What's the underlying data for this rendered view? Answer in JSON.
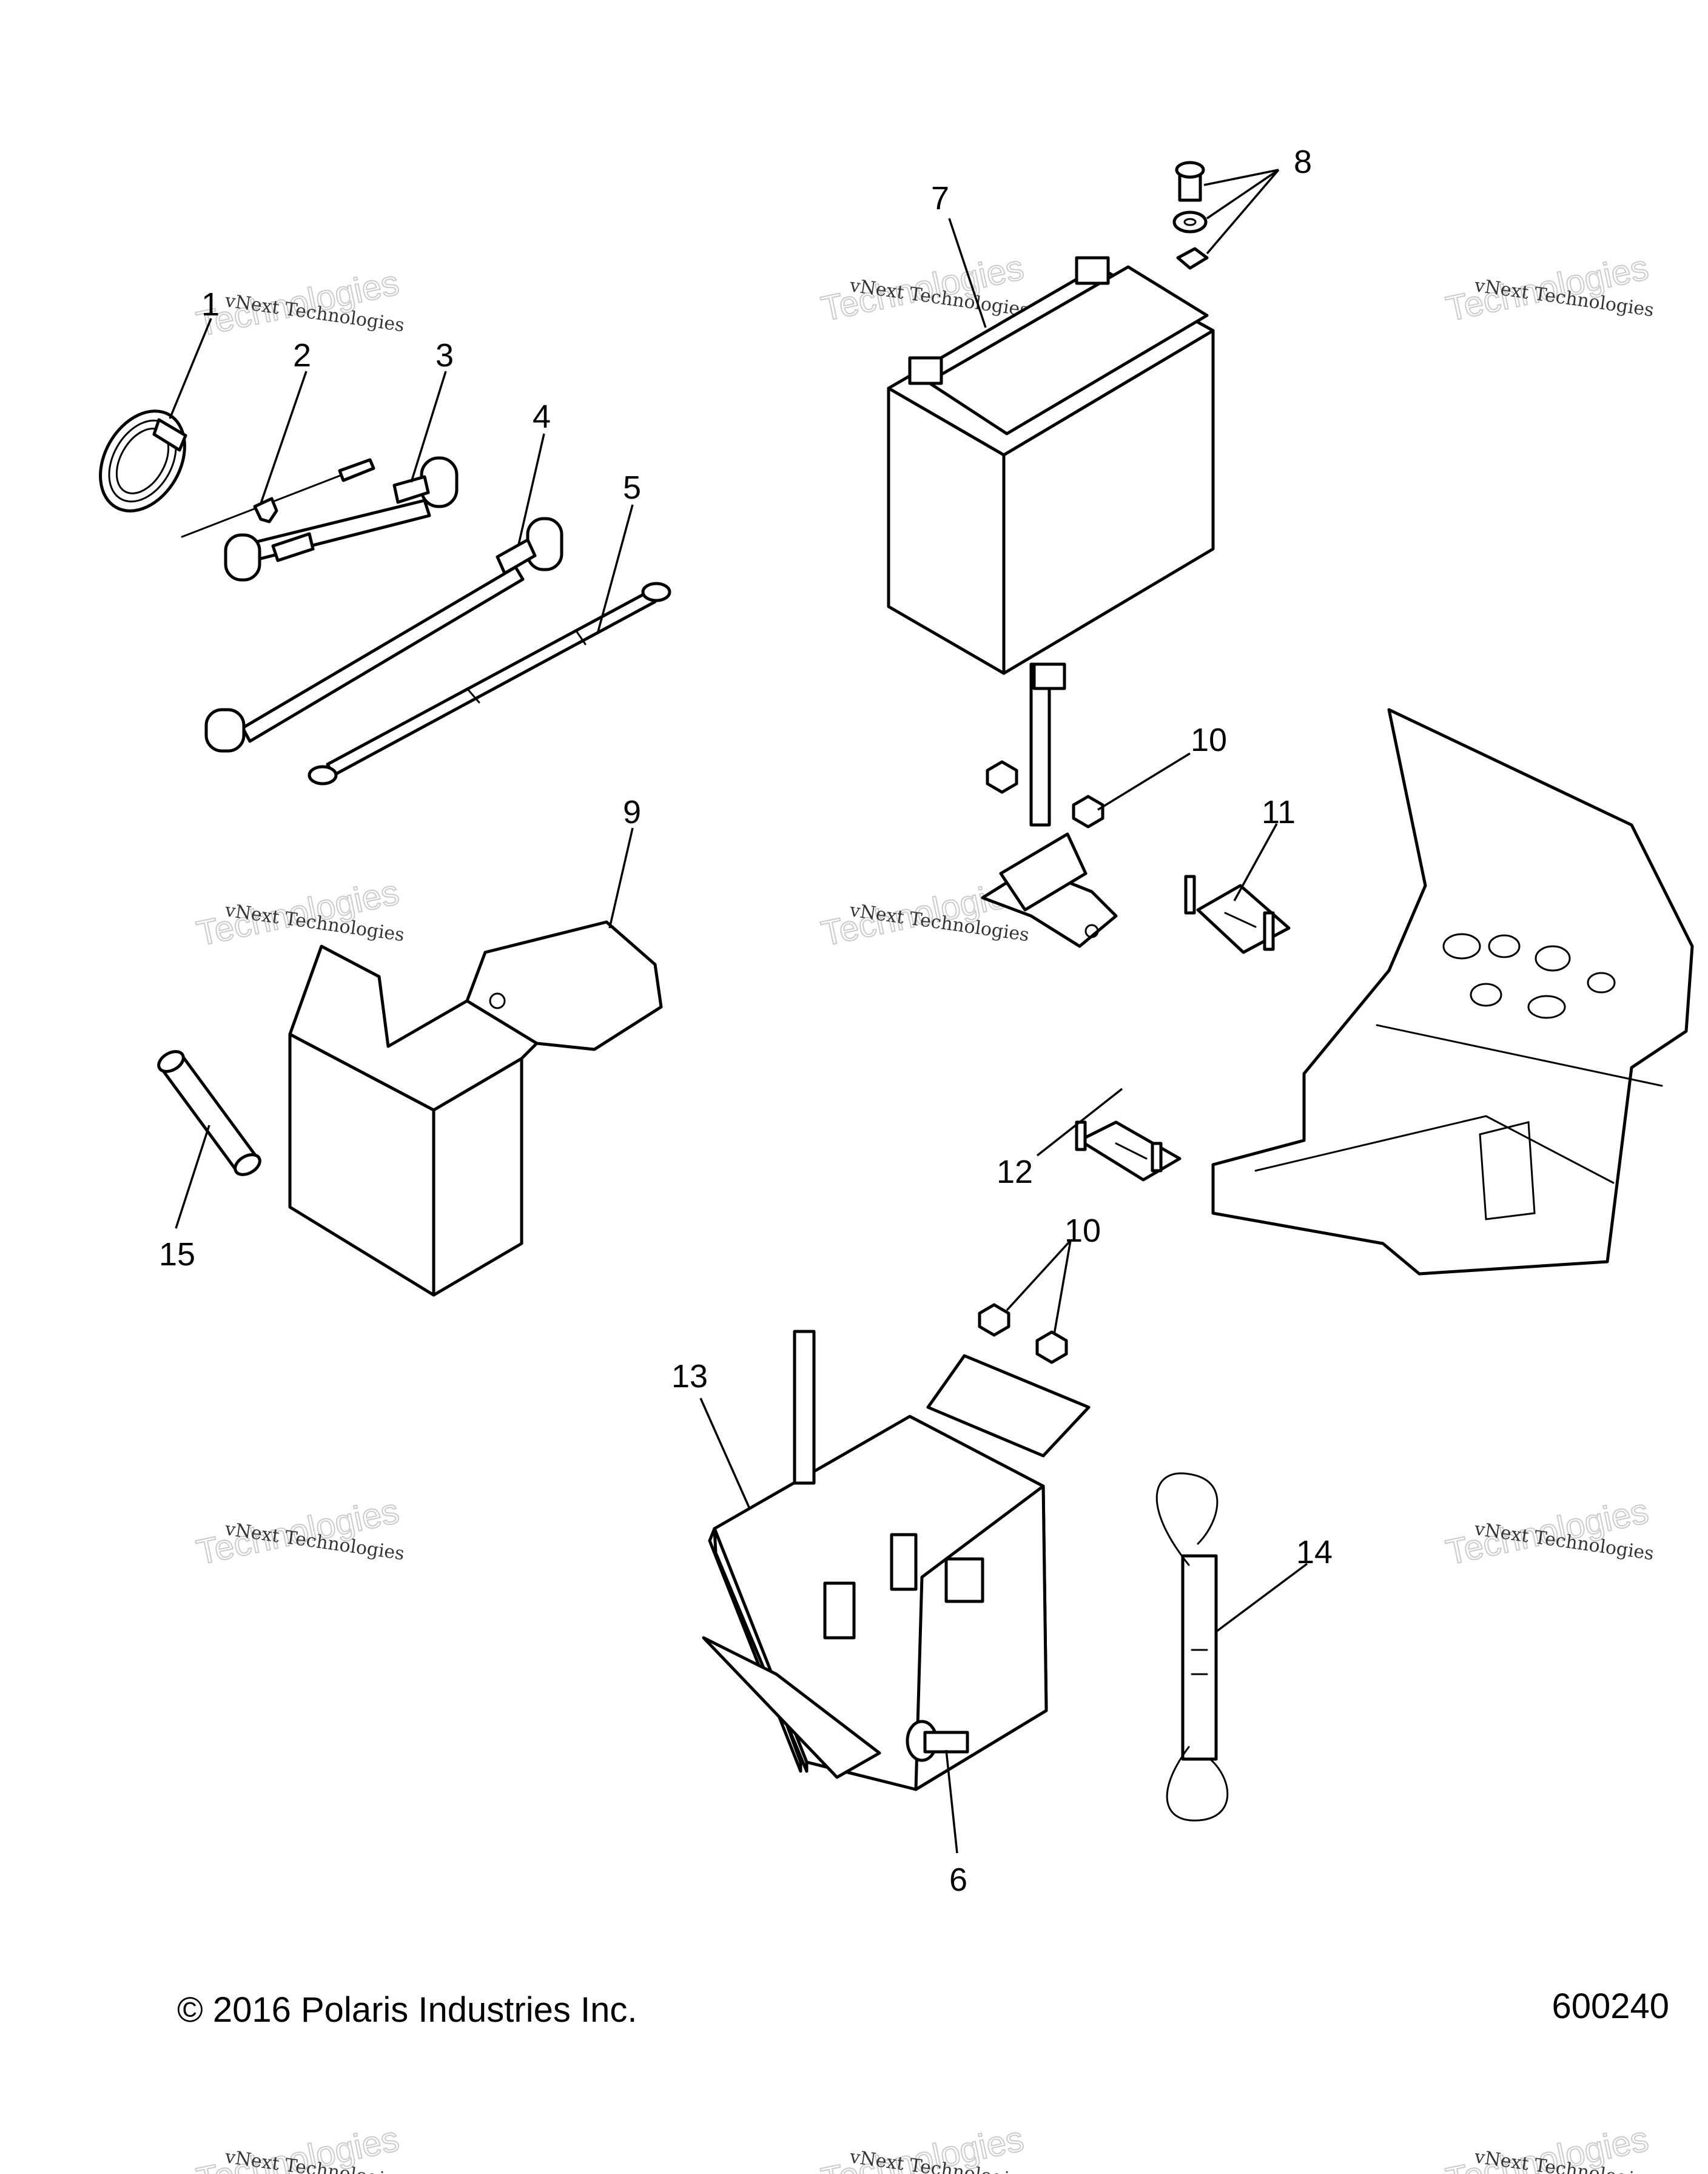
{
  "callouts": [
    {
      "id": "1",
      "label": "1"
    },
    {
      "id": "2",
      "label": "2"
    },
    {
      "id": "3",
      "label": "3"
    },
    {
      "id": "4",
      "label": "4"
    },
    {
      "id": "5",
      "label": "5"
    },
    {
      "id": "6",
      "label": "6"
    },
    {
      "id": "7",
      "label": "7"
    },
    {
      "id": "8",
      "label": "8"
    },
    {
      "id": "9",
      "label": "9"
    },
    {
      "id": "10a",
      "label": "10"
    },
    {
      "id": "10b",
      "label": "10"
    },
    {
      "id": "11",
      "label": "11"
    },
    {
      "id": "12",
      "label": "12"
    },
    {
      "id": "13",
      "label": "13"
    },
    {
      "id": "14",
      "label": "14"
    },
    {
      "id": "15",
      "label": "15"
    }
  ],
  "watermark": {
    "line1": "vNext Technologies",
    "line2": "Technologies",
    "faint": "vNext"
  },
  "footer": {
    "copyright": "© 2016 Polaris Industries Inc.",
    "diagram_id": "600240"
  }
}
